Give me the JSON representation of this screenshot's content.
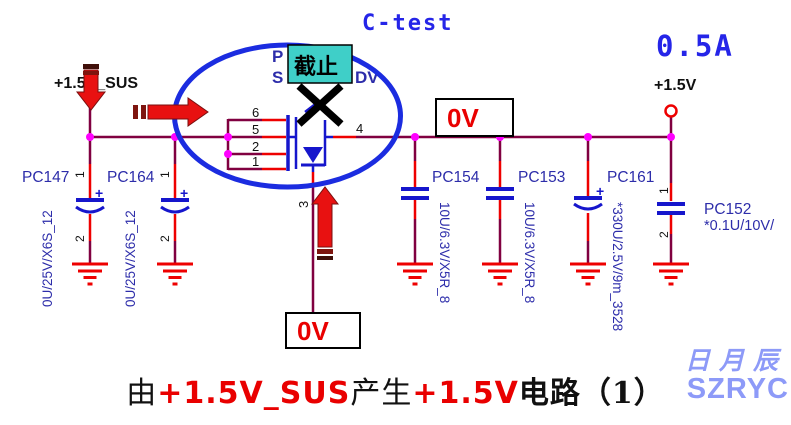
{
  "header": {
    "test_point_label": "C-test",
    "current_label": "0.5A"
  },
  "power": {
    "input_net": "+1.5V_SUS",
    "output_net": "+1.5V"
  },
  "probes": {
    "rail_voltage": "0V",
    "gate_voltage": "0V"
  },
  "transistor": {
    "state_label": "截止",
    "ref_fragment": "P",
    "part_fragment_left": "S",
    "part_fragment_right": "DV",
    "pin6": "6",
    "pin5": "5",
    "pin2": "2",
    "pin1": "1",
    "pin4": "4",
    "pin3": "3"
  },
  "capacitors": [
    {
      "ref": "PC147",
      "value": "0U/25V/X6S_12",
      "polarized": true,
      "plus": "+",
      "pin_top": "1",
      "pin_bottom": "2"
    },
    {
      "ref": "PC164",
      "value": "0U/25V/X6S_12",
      "polarized": true,
      "plus": "+",
      "pin_top": "1",
      "pin_bottom": "2"
    },
    {
      "ref": "PC154",
      "value": "10U/6.3V/X5R_8",
      "polarized": false
    },
    {
      "ref": "PC153",
      "value": "10U/6.3V/X5R_8",
      "polarized": false
    },
    {
      "ref": "PC161",
      "value": "*330U/2.5V/9m_3528",
      "polarized": true,
      "plus": "+"
    },
    {
      "ref": "PC152",
      "value": "*0.1U/10V/",
      "polarized": false,
      "pin_top": "1",
      "pin_bottom": "2"
    }
  ],
  "caption": {
    "part1": "由",
    "part2": "+1.5V_SUS",
    "part3": "产生",
    "part4": "+1.5V",
    "part5": "电路（1）"
  },
  "watermark": {
    "line1": "日月辰",
    "line2": "SZRYC"
  },
  "colors": {
    "wire": "#800040",
    "pin_red": "#ee0000",
    "component_blue": "#1616cc",
    "label_blue": "#2d2daa",
    "junction": "#ff00ff",
    "ellipse_blue": "#1b2ce0",
    "state_box_fill": "#3fcfc8",
    "probe_text": "#e90000",
    "watermark": "#8d9af8"
  }
}
